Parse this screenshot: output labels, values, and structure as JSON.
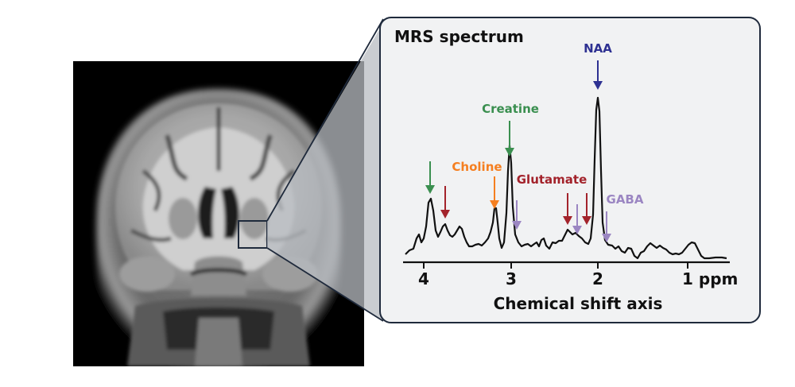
{
  "panel": {
    "title": "MRS spectrum",
    "x_axis_label": "Chemical shift axis",
    "tick_labels": [
      "4",
      "3",
      "2",
      "1 ppm"
    ]
  },
  "peaks": {
    "naa": {
      "label": "NAA",
      "color": "#2e3192"
    },
    "creatine": {
      "label": "Creatine",
      "color": "#3a8f4f"
    },
    "choline": {
      "label": "Choline",
      "color": "#f57f20"
    },
    "glutamate": {
      "label": "Glutamate",
      "color": "#a3232b"
    },
    "gaba": {
      "label": "GABA",
      "color": "#9b86c2"
    }
  },
  "colors": {
    "panel_bg": "#f1f2f3",
    "panel_border": "#1f2a3c",
    "connector_fill": "#b8bcc2",
    "roi_box": "#1f2a3c"
  }
}
